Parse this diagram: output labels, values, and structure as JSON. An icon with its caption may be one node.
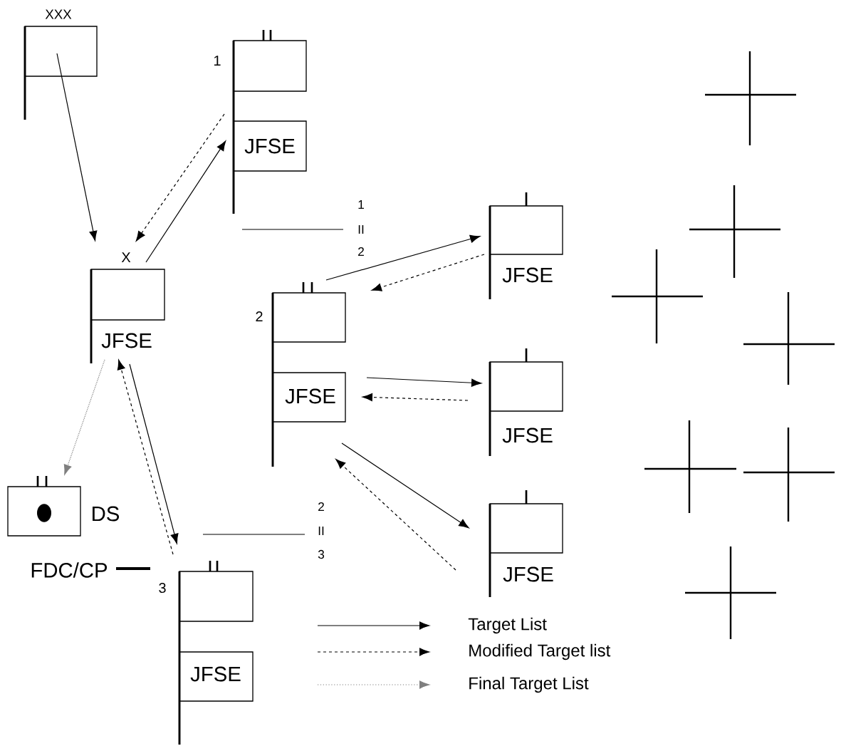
{
  "diagram": {
    "nodes": [
      {
        "text": [
          "XXX"
        ]
      },
      {
        "text": [
          "1"
        ]
      },
      {
        "text": [
          "JFSE"
        ],
        "in": 1
      },
      {
        "text": [
          "X",
          "JFSE"
        ]
      },
      {
        "text": [
          "2"
        ]
      },
      {
        "text": [
          "JFSE"
        ],
        "in": 4
      },
      {
        "text": [
          "JFSE"
        ]
      },
      {
        "text": [
          "JFSE"
        ]
      },
      {
        "text": [
          "JFSE"
        ]
      },
      {
        "text": [
          "DS"
        ]
      },
      {
        "text": [
          "3"
        ]
      },
      {
        "text": [
          "JFSE"
        ],
        "in": 10
      },
      {
        "text": [
          "FDC/CP"
        ]
      }
    ],
    "edges": [
      {
        "from": 0,
        "to": 3,
        "arrow": "to"
      },
      {
        "from": 3,
        "to": 2,
        "arrow": "to"
      },
      {
        "from": 2,
        "to": 3,
        "arrow": "to",
        "style": "dashed"
      },
      {
        "from": 4,
        "to": 6,
        "arrow": "to"
      },
      {
        "from": 6,
        "to": 4,
        "arrow": "to",
        "style": "dashed"
      },
      {
        "from": 5,
        "to": 7,
        "arrow": "to"
      },
      {
        "from": 7,
        "to": 5,
        "arrow": "to",
        "style": "dashed"
      },
      {
        "from": 5,
        "to": 8,
        "arrow": "to"
      },
      {
        "from": 8,
        "to": 5,
        "arrow": "to",
        "style": "dashed"
      },
      {
        "from": 3,
        "to": 9,
        "arrow": "to",
        "style": "dashed",
        "color": "#7f7f7f"
      },
      {
        "from": 3,
        "to": 10,
        "arrow": "to"
      },
      {
        "from": 10,
        "to": 3,
        "arrow": "to",
        "style": "dashed"
      },
      {
        "from": 12,
        "to": 10,
        "arrow": "none",
        "style": "thick"
      }
    ],
    "labels": [
      "1",
      "II",
      "2",
      "2",
      "II",
      "3"
    ],
    "legend": [
      {
        "text": "Target List"
      },
      {
        "text": "Modified Target list"
      },
      {
        "text": "Final Target List"
      }
    ]
  }
}
